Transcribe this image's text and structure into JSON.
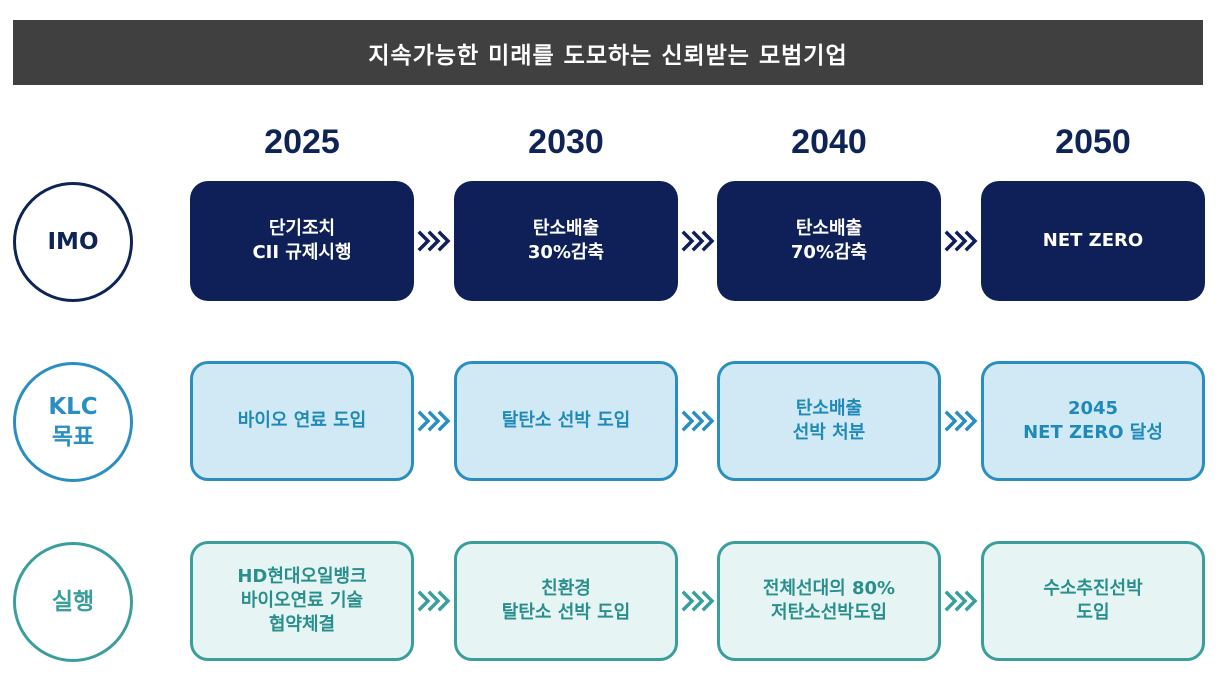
{
  "banner": {
    "title": "지속가능한 미래를 도모하는 신뢰받는 모범기업"
  },
  "years": [
    "2025",
    "2030",
    "2040",
    "2050"
  ],
  "rows": {
    "imo": {
      "label": "IMO",
      "cells": [
        "단기조치\nCII 규제시행",
        "탄소배출\n30%감축",
        "탄소배출\n70%감축",
        "NET ZERO"
      ]
    },
    "klc": {
      "label": "KLC\n목표",
      "cells": [
        "바이오 연료 도입",
        "탈탄소 선박 도입",
        "탄소배출\n선박 처분",
        "2045\nNET ZERO 달성"
      ]
    },
    "act": {
      "label": "실행",
      "cells": [
        "HD현대오일뱅크\n바이오연료 기술\n협약체결",
        "친환경\n탈탄소 선박 도입",
        "전체선대의 80%\n저탄소선박도입",
        "수소추진선박\n도입"
      ]
    }
  },
  "colors": {
    "banner_bg": "#404040",
    "navy": "#0f2058",
    "klc_blue": "#2a8fc0",
    "klc_fill": "#d1e9f5",
    "teal": "#3a9e9c",
    "teal_fill": "#e6f5f4"
  },
  "icons": {
    "arrow": "triple-chevron-right-icon"
  }
}
